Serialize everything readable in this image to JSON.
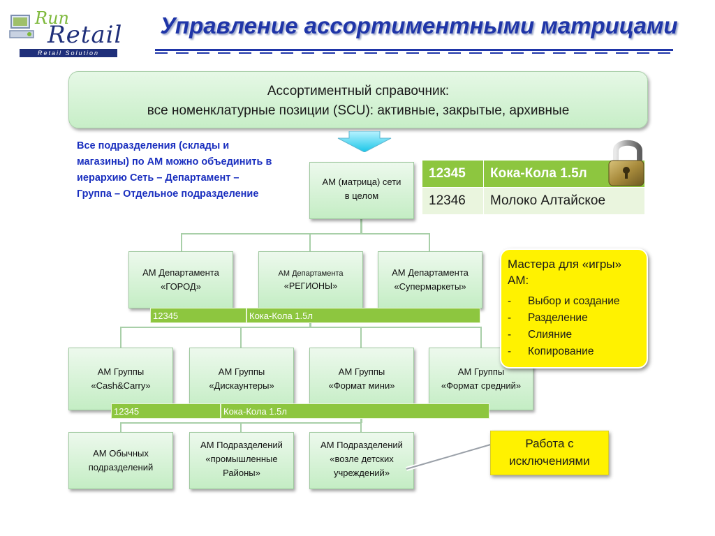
{
  "logo": {
    "run": "Run",
    "retail": "Retail",
    "tagline": "Retail Solution"
  },
  "title": "Управление ассортиментными матрицами",
  "reference": {
    "line1": "Ассортиментный справочник:",
    "line2": "все номенклатурные позиции (SCU): активные, закрытые, архивные"
  },
  "note": "Все подразделения (склады и магазины) по АМ можно объединить в иерархию Сеть – Департамент – Группа – Отдельное подразделение",
  "network": {
    "l1": "АМ (матрица) сети",
    "l2": "в целом"
  },
  "departments": [
    {
      "l1": "АМ Департамента",
      "l2": "«ГОРОД»"
    },
    {
      "l1": "АМ Департамента",
      "l2": "«РЕГИОНЫ»"
    },
    {
      "l1": "АМ Департамента",
      "l2": "«Супермаркеты»"
    }
  ],
  "groups": [
    {
      "l1": "АМ Группы",
      "l2": "«Cash&Carry»"
    },
    {
      "l1": "АМ Группы",
      "l2": "«Дискаунтеры»"
    },
    {
      "l1": "АМ Группы",
      "l2": "«Формат мини»"
    },
    {
      "l1": "АМ Группы",
      "l2": "«Формат средний»"
    }
  ],
  "units": [
    {
      "l1": "АМ Обычных",
      "l2": "подразделений",
      "l3": ""
    },
    {
      "l1": "АМ Подразделений",
      "l2": "«промышленные",
      "l3": "Районы»"
    },
    {
      "l1": "АМ Подразделений",
      "l2": "«возле детских",
      "l3": "учреждений»"
    }
  ],
  "bars": [
    {
      "code": "12345",
      "name": "Кока-Кола 1.5л"
    },
    {
      "code": "12345",
      "name": "Кока-Кола 1.5л"
    }
  ],
  "table": [
    {
      "code": "12345",
      "name": "Кока-Кола 1.5л"
    },
    {
      "code": "12346",
      "name": "Молоко Алтайское"
    }
  ],
  "masters": {
    "title": "Мастера для «игры» АМ:",
    "items": [
      "Выбор и создание",
      "Разделение",
      "Слияние",
      "Копирование"
    ],
    "dash": "-"
  },
  "exceptions": {
    "l1": "Работа с",
    "l2": "исключениями"
  },
  "icons": {
    "arrow": "arrow-down-icon",
    "lock": "lock-icon"
  },
  "colors": {
    "title": "#1f35a8",
    "box_green": "#c7eec7",
    "bar_green": "#8dc63f",
    "note_blue": "#1a2fbf",
    "yellow": "#fff200"
  }
}
